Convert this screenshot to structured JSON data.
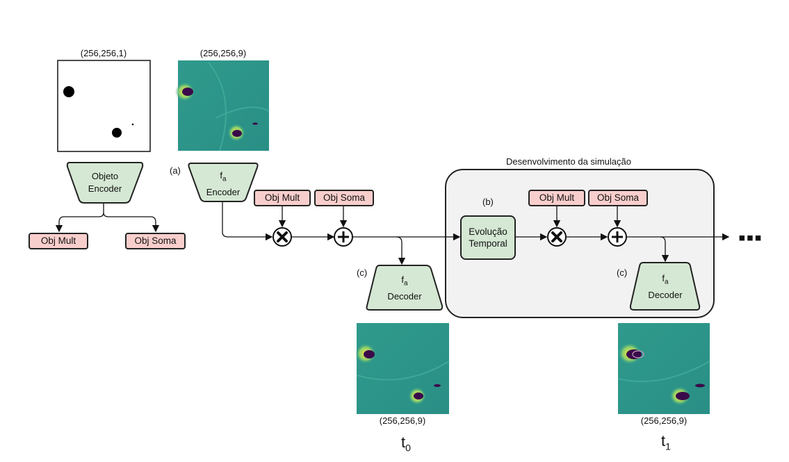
{
  "input_shape": "(256,256,1)",
  "encoded_shape": "(256,256,9)",
  "objeto_encoder": {
    "line1": "Objeto",
    "line2": "Encoder"
  },
  "obj_mult": "Obj Mult",
  "obj_soma": "Obj Soma",
  "label_a": "(a)",
  "label_b": "(b)",
  "label_c": "(c)",
  "fa_encoder": {
    "f": "f",
    "sub": "a",
    "line2": "Encoder"
  },
  "fa_decoder": {
    "f": "f",
    "sub": "a",
    "line2": "Decoder"
  },
  "evolucao": {
    "line1": "Evolução",
    "line2": "Temporal"
  },
  "sim_title": "Desenvolvimento da simulação",
  "output_shape_t0": "(256,256,9)",
  "output_shape_t1": "(256,256,9)",
  "t0": {
    "t": "t",
    "sub": "0"
  },
  "t1": {
    "t": "t",
    "sub": "1"
  },
  "ellipsis": "▪▪▪",
  "colors": {
    "box_green": "#d5e8d4",
    "box_pink": "#f8cecc",
    "field_bg": "#2a9a8a",
    "field_dark": "#3a0a4a",
    "field_yellow": "#f0e040"
  }
}
